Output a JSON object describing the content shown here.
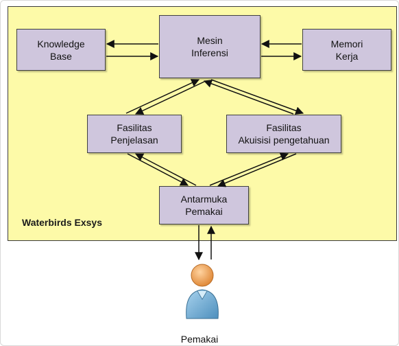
{
  "system_label": "Waterbirds Exsys",
  "boxes": {
    "knowledge_base": [
      "Knowledge",
      "Base"
    ],
    "mesin_inferensi": [
      "Mesin",
      "Inferensi"
    ],
    "memori_kerja": [
      "Memori",
      "Kerja"
    ],
    "fasilitas_penjelasan": [
      "Fasilitas",
      "Penjelasan"
    ],
    "fasilitas_akuisisi": [
      "Fasilitas",
      "Akuisisi pengetahuan"
    ],
    "antarmuka_pemakai": [
      "Antarmuka",
      "Pemakai"
    ]
  },
  "user_label": "Pemakai",
  "colors": {
    "system_background": "#fdfaa8",
    "box_fill": "#cfc6dd",
    "border": "#3f3f3f",
    "arrow": "#111111",
    "user_head": "#e9a15a",
    "user_body": "#7fb6d8"
  },
  "icons": {
    "user": "user-person-icon"
  }
}
